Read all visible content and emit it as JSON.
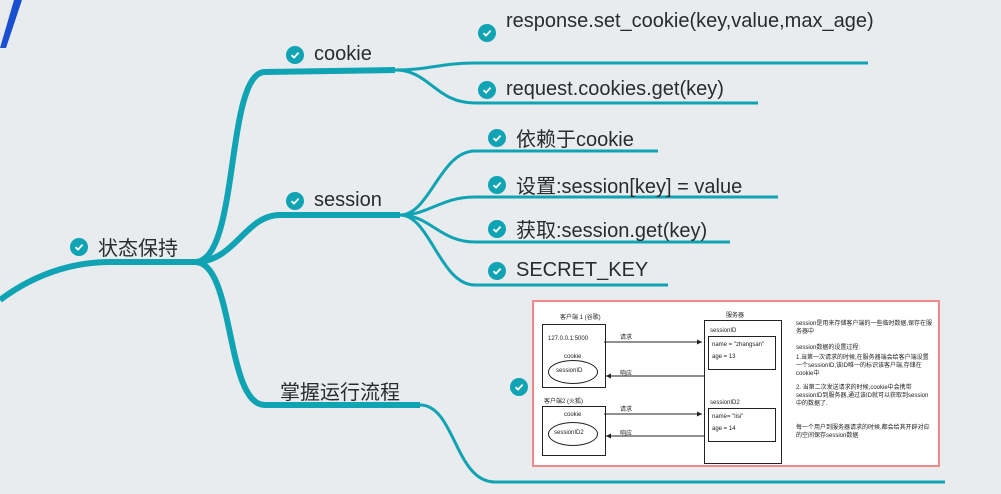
{
  "colors": {
    "branch": "#10a3b4",
    "check": "#10a3b4",
    "background": "#e8ecef",
    "text": "#2b2b2b",
    "accent_bar": "#1a4fd0",
    "thumb_border": "#f08a8a"
  },
  "root": {
    "label": "状态保持"
  },
  "branches": {
    "cookie": {
      "label": "cookie",
      "children": [
        "response.set_cookie(key,value,max_age)",
        "request.cookies.get(key)"
      ]
    },
    "session": {
      "label": "session",
      "children": [
        "依赖于cookie",
        "设置:session[key] = value",
        "获取:session.get(key)",
        "SECRET_KEY"
      ]
    },
    "flow": {
      "label": "掌握运行流程"
    }
  },
  "thumbnail": {
    "client1": "客户端 1 (谷歌)",
    "client1_addr": "127.0.0.1:5000",
    "cookie": "cookie",
    "sessionid": "sessionID",
    "client2": "客户端2 (火狐)",
    "sessionid2": "sessionID2",
    "server": "服务器",
    "s1_title": "sessionID",
    "s1_name": "name = \"zhangsan\"",
    "s1_age": "age = 13",
    "s2_title": "sessionID2",
    "s2_name": "name= \"lisi\"",
    "s2_age": "age = 14",
    "request": "请求",
    "response": "响应",
    "note1": "session是用来存储客户端的一些临时数据,保存在服务器中",
    "note2": "session数据的设置过程:",
    "note3": "1.当第一次请求的时候,在服务器端会给客户端设置一个sessionID,该ID唯一的标识该客户端,存储在cookie中",
    "note4": "2. 当第二次发送请求的时候,cookie中会携带sessionID到服务器,通过该ID就可以获取到session中的数据了.",
    "note5": "每一个用户到服务器请求的时候,都会给其开辟对应的空间保存session数据"
  }
}
